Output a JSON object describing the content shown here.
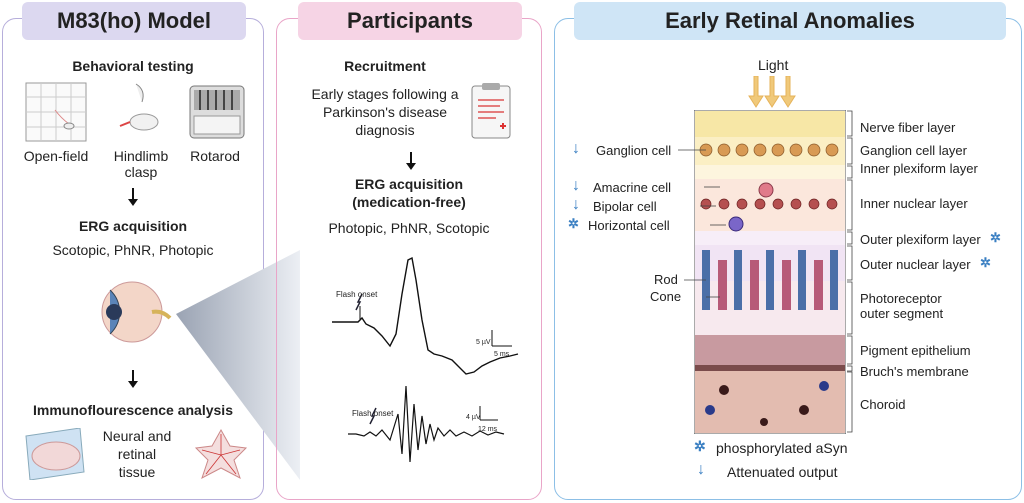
{
  "panel1": {
    "title": "M83(ho) Model",
    "behavioral": "Behavioral testing",
    "icon1": "Open-field",
    "icon2a": "Hindlimb",
    "icon2b": "clasp",
    "icon3": "Rotarod",
    "erg": "ERG acquisition",
    "erg_sub": "Scotopic, PhNR, Photopic",
    "immuno": "Immunoflourescence analysis",
    "tissue1": "Neural and",
    "tissue2": "retinal",
    "tissue3": "tissue"
  },
  "panel2": {
    "title": "Participants",
    "recruit": "Recruitment",
    "early1": "Early stages following a",
    "early2": "Parkinson's disease",
    "early3": "diagnosis",
    "erg": "ERG acquisition",
    "erg2": "(medication-free)",
    "erg_sub": "Photopic, PhNR, Scotopic",
    "flash1": "Flash onset",
    "flash2": "Flash onset",
    "scale1a": "5 µV",
    "scale1b": "5 ms",
    "scale2a": "4 µV",
    "scale2b": "12 ms"
  },
  "panel3": {
    "title": "Early Retinal Anomalies",
    "light": "Light",
    "left": [
      "Ganglion cell",
      "Amacrine cell",
      "Bipolar cell",
      "Horizontal cell",
      "Rod",
      "Cone"
    ],
    "right": [
      "Nerve fiber layer",
      "Ganglion cell layer",
      "Inner plexiform layer",
      "Inner nuclear layer",
      "Outer plexiform layer",
      "Outer nuclear layer",
      "Photoreceptor",
      "outer segment",
      "Pigment epithelium",
      "Bruch's membrane",
      "Choroid"
    ],
    "legend1": "phosphorylated aSyn",
    "legend2": "Attenuated output"
  },
  "colors": {
    "p1": "#b6aedb",
    "p2": "#e9a5c8",
    "p3": "#8cbfe6"
  }
}
